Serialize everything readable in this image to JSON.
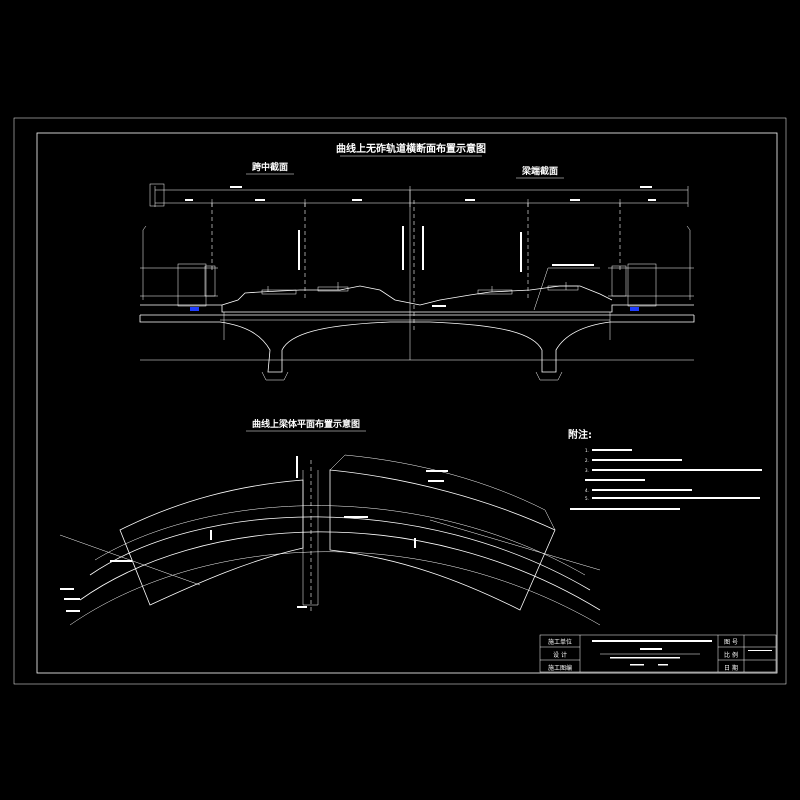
{
  "section_title": "曲线上无砟轨道横断面布置示意图",
  "midspan_label": "跨中截面",
  "support_label": "梁端截面",
  "plan_title": "曲线上梁体平面布置示意图",
  "notes_title": "附注:",
  "notes_lines": [
    "1.",
    "2.",
    "3.",
    "4.",
    "5."
  ],
  "title_block": {
    "r1_label": "施工单位",
    "r2_label": "设 计",
    "r3_label": "施工图编",
    "r1_right": "图 号",
    "r2_right": "比 例",
    "r3_right": "日 期"
  },
  "colors": {
    "background": "#000000",
    "line": "#ffffff",
    "accent": "#1e3cff"
  }
}
